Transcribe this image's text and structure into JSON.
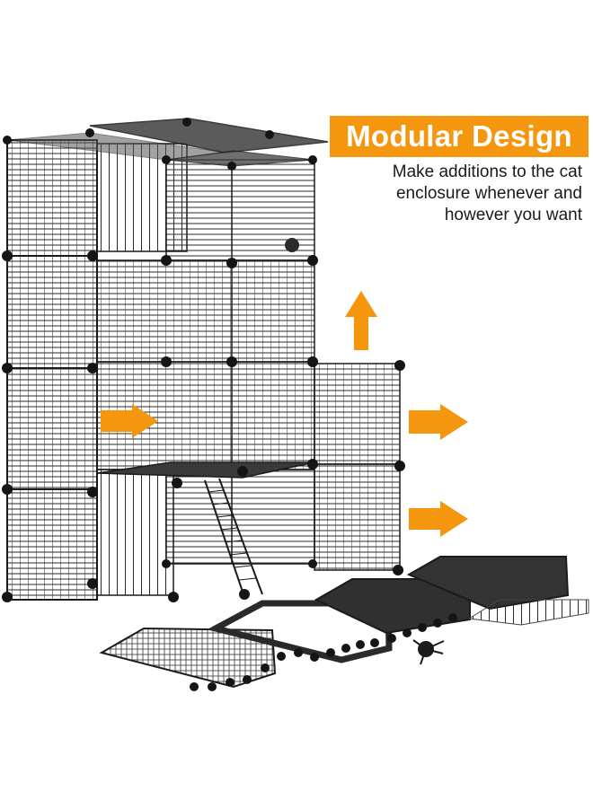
{
  "colors": {
    "accent": "#f5960f",
    "frame": "#1b1b1b",
    "panel": "#3a3a3a",
    "background": "#ffffff"
  },
  "banner": {
    "title": "Modular Design"
  },
  "caption": {
    "lines": [
      "Make additions to the cat",
      "enclosure whenever and",
      "however you want"
    ]
  },
  "icons": {
    "arrows": [
      "arrow-up-icon",
      "arrow-right-icon"
    ]
  }
}
